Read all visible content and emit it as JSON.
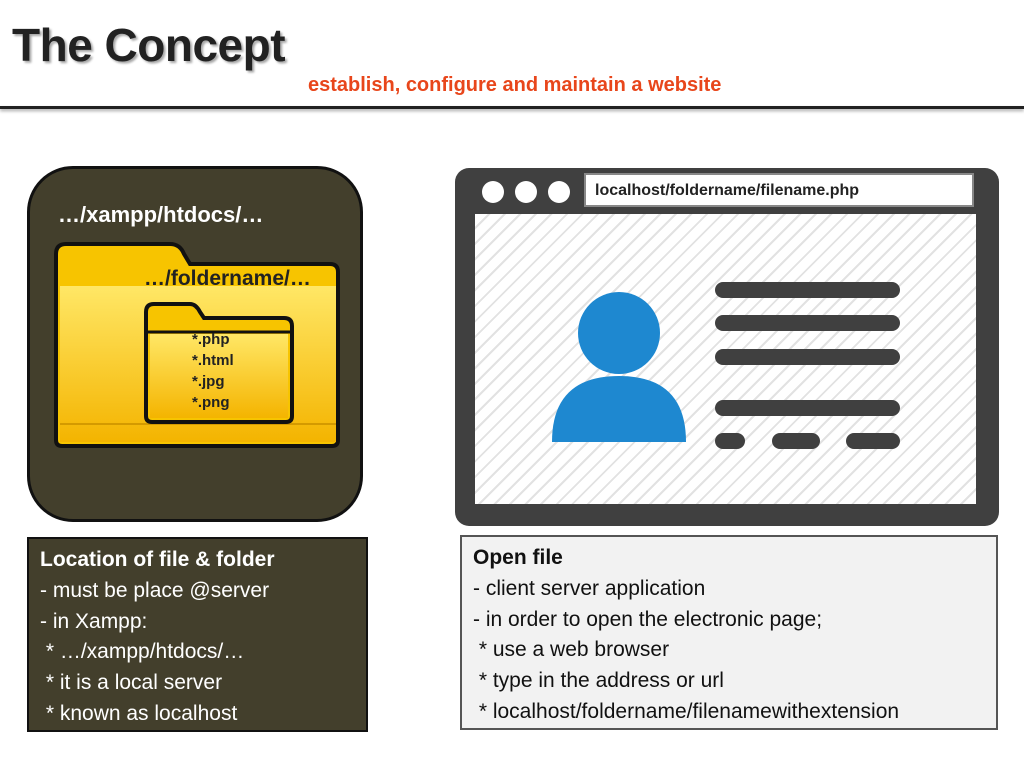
{
  "header": {
    "title": "The Concept",
    "subtitle": "establish, configure and maintain a website"
  },
  "server": {
    "path": "…/xampp/htdocs/…",
    "folder_label": "…/foldername/…",
    "files": [
      "*.php",
      "*.html",
      "*.jpg",
      "*.png"
    ]
  },
  "browser": {
    "url": "localhost/foldername/filename.php",
    "icons": [
      "window-dot-icon",
      "user-avatar-icon",
      "text-line-icon"
    ]
  },
  "left_box": {
    "heading": "Location of file & folder",
    "lines": [
      "- must be place @server",
      "- in Xampp:",
      " * …/xampp/htdocs/…",
      " * it is a local server",
      " * known as localhost"
    ]
  },
  "right_box": {
    "heading": "Open file",
    "lines": [
      "- client server application",
      "- in order to open the electronic page;",
      " * use a web browser",
      " * type in the address or url",
      " * localhost/foldername/filenamewithextension"
    ]
  },
  "colors": {
    "accent": "#e8461b",
    "server_bg": "#433f2c",
    "folder_yellow": "#fdd017",
    "browser_frame": "#404040",
    "avatar_blue": "#1e88d0"
  }
}
